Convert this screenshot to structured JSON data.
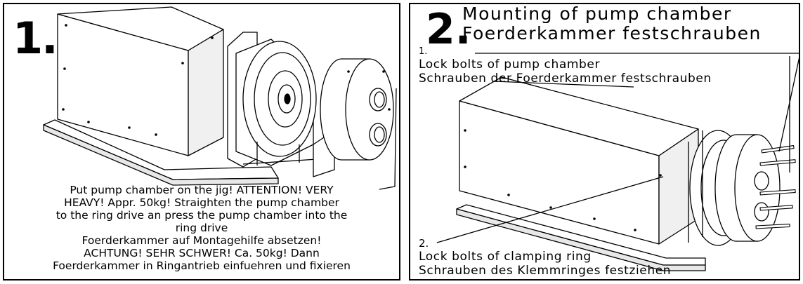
{
  "panel1": {
    "step_number": "1.",
    "caption_lines": [
      "Put pump chamber on the jig! ATTENTION! VERY",
      "HEAVY! Appr. 50kg! Straighten the pump chamber",
      "to the ring drive an press the pump chamber into the",
      "ring drive",
      "Foerderkammer auf Montagehilfe absetzen!",
      "ACHTUNG! SEHR SCHWER! Ca. 50kg! Dann",
      "Foerderkammer in Ringantrieb einfuehren und fixieren"
    ]
  },
  "panel2": {
    "step_number": "2.",
    "title_en": "Mounting of pump chamber",
    "title_de": "Foerderkammer festschrauben",
    "label1": {
      "number": "1.",
      "line_en": "Lock bolts of pump chamber",
      "line_de": "Schrauben der Foerderkammer festschrauben"
    },
    "label2": {
      "number": "2.",
      "line_en": "Lock bolts of clamping ring",
      "line_de": "Schrauben des Klemmringes festziehen"
    }
  }
}
